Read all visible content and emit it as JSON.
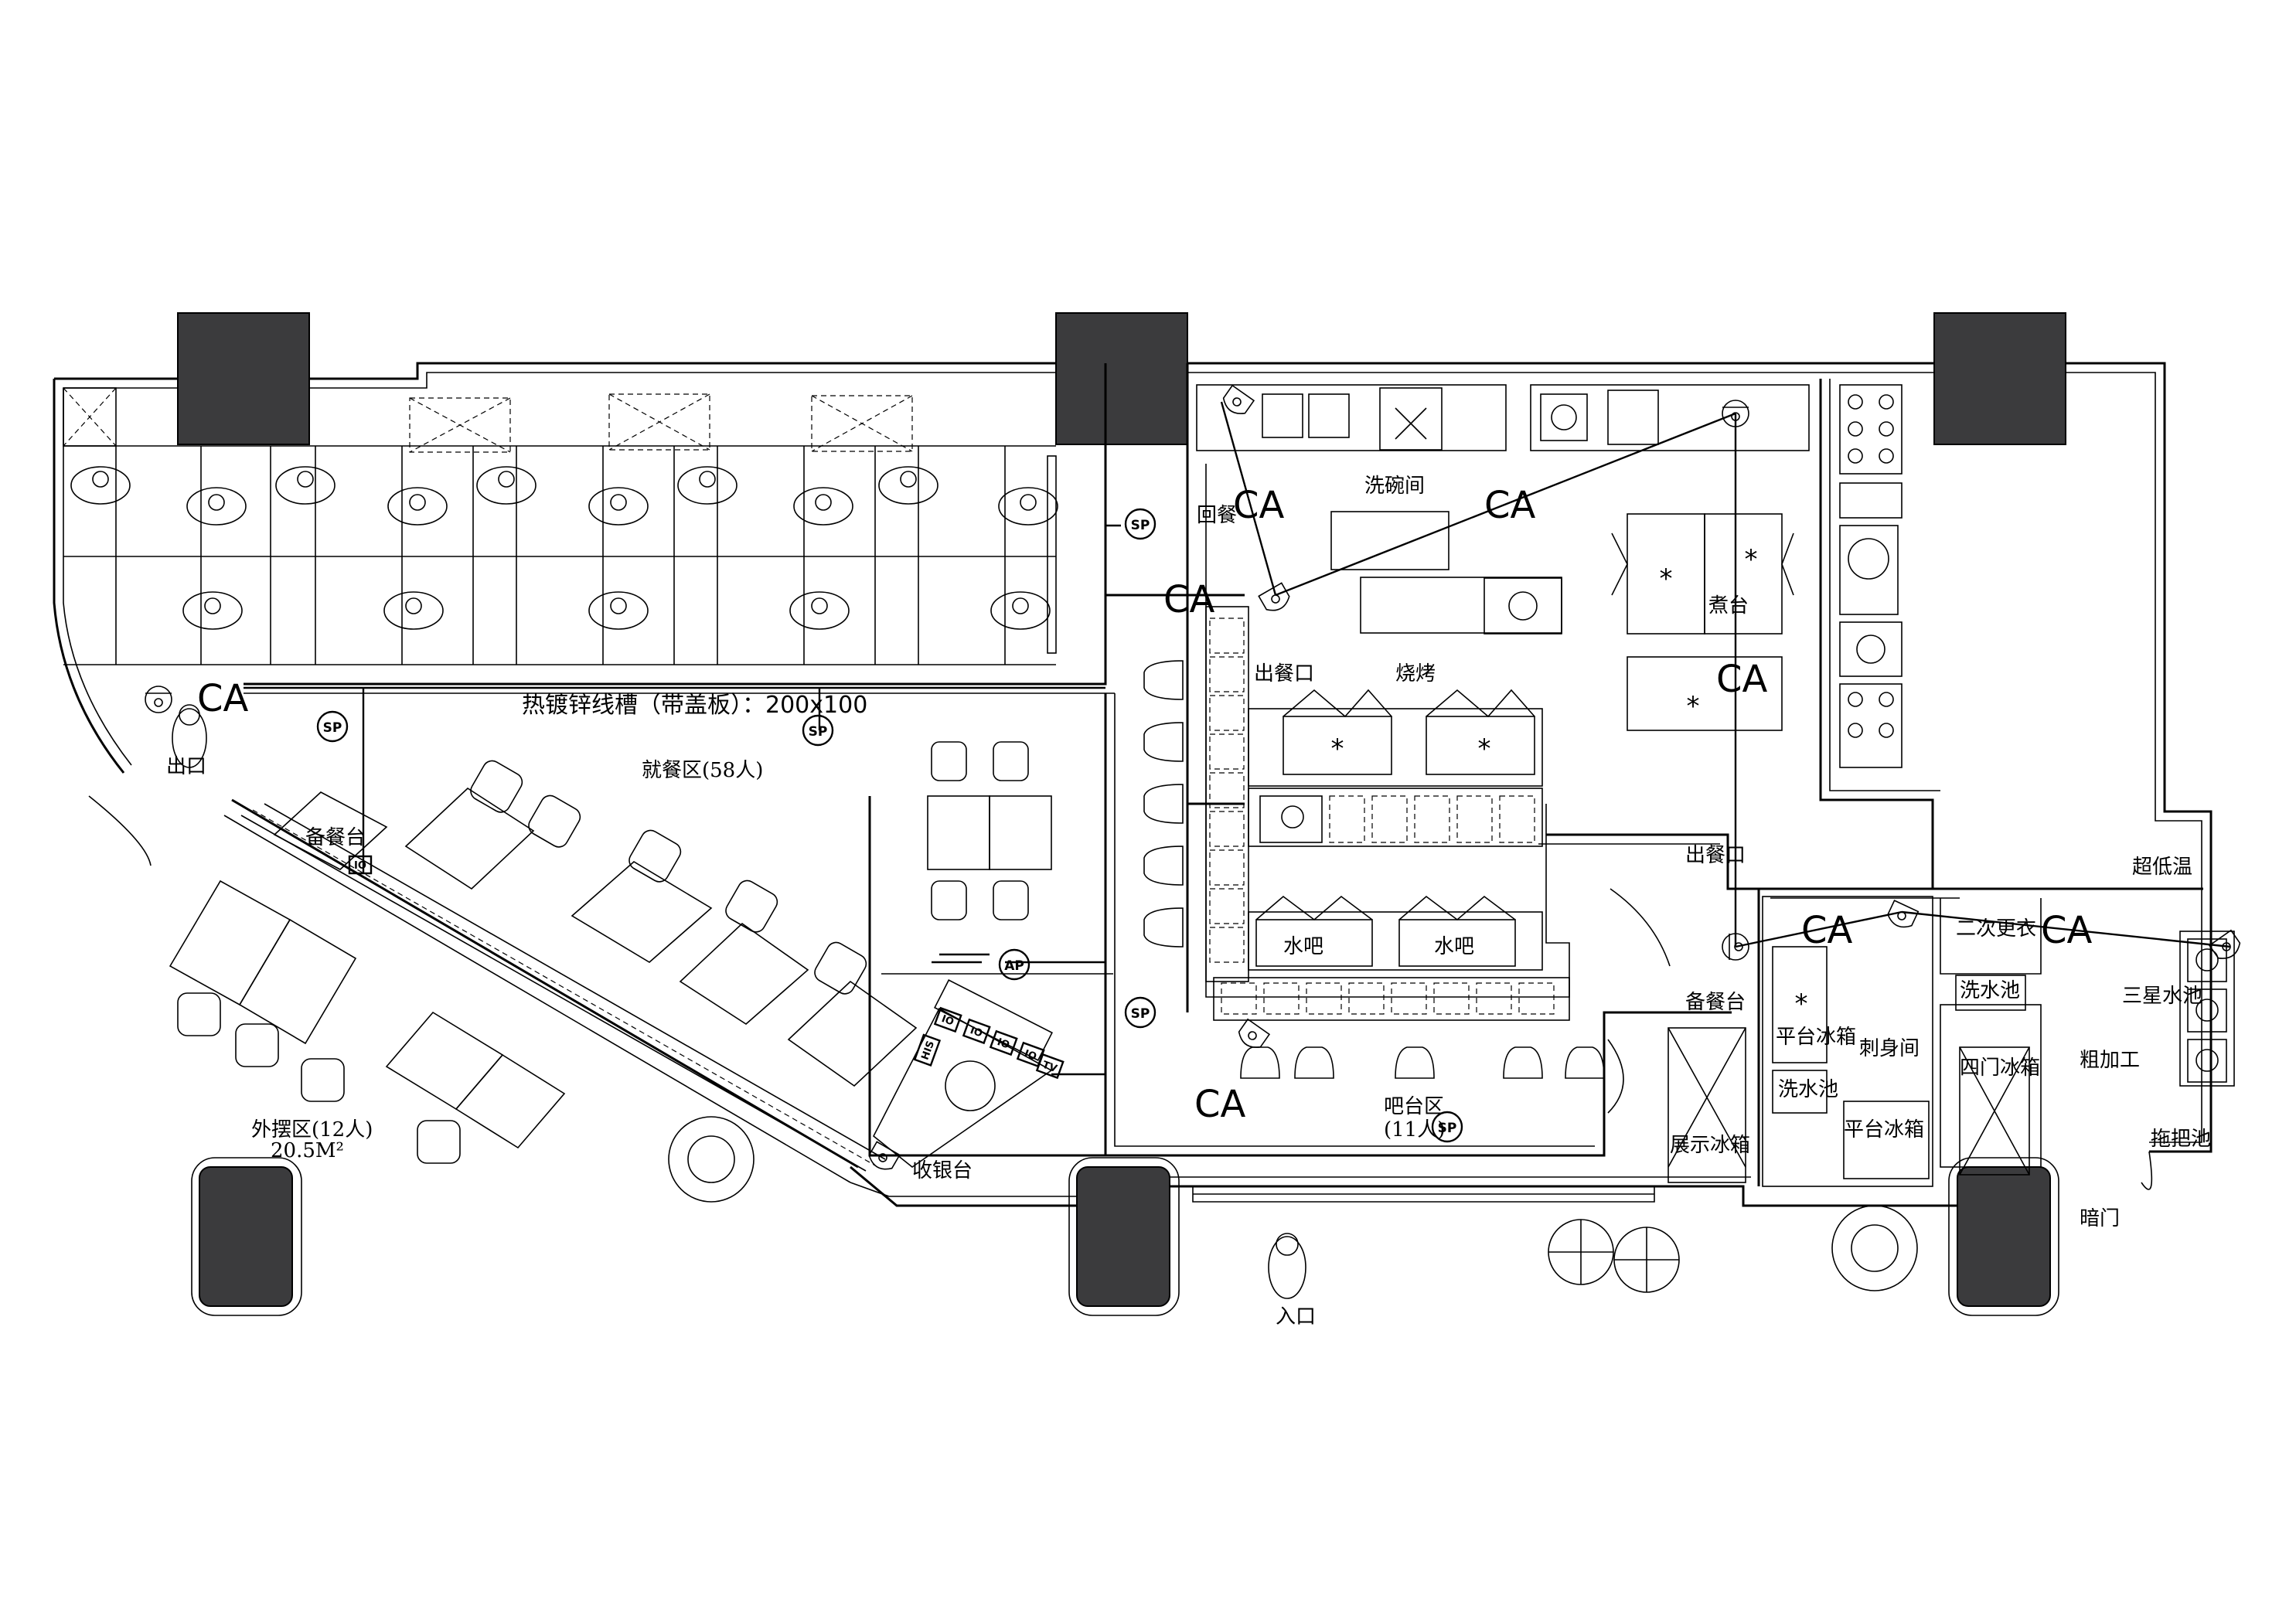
{
  "labels": {
    "wash_room": "洗碗间",
    "return_window": "回餐",
    "grill": "烧烤",
    "serving_window": "出餐口",
    "serving_window_2": "出餐口",
    "cooking_station": "煮台",
    "dining_area": "就餐区(58人)",
    "exit": "出口",
    "prep_counter": "备餐台",
    "prep_counter_2": "备餐台",
    "outdoor_area": "外摆区(12人)",
    "outdoor_area_size": "20.5M²",
    "cashier": "收银台",
    "bar_area": "吧台区",
    "bar_area_count": "(11人)",
    "display_fridge": "展示冰箱",
    "sashimi_room": "刺身间",
    "flat_fridge_1": "平台冰箱",
    "flat_fridge_2": "平台冰箱",
    "wash_sink": "洗水池",
    "wash_sink_2": "洗水池",
    "changing_room": "二次更衣",
    "rough_processing": "粗加工",
    "four_door_fridge": "四门冰箱",
    "triple_sink": "三星水池",
    "mop_sink": "拖把池",
    "ultra_low_temp": "超低温",
    "entrance": "入口",
    "hidden_door": "暗门",
    "water_1": "水吧",
    "water_2": "水吧",
    "trunking": "热镀锌线槽（带盖板）：200x100"
  },
  "devices": {
    "camera": "CA",
    "speaker": "SP",
    "access_point": "AP",
    "info_outlet": "IO",
    "his": "HIS",
    "tv": "TV"
  },
  "colors": {
    "line": "#000000",
    "column": "#3b3b3d",
    "background": "#ffffff"
  }
}
